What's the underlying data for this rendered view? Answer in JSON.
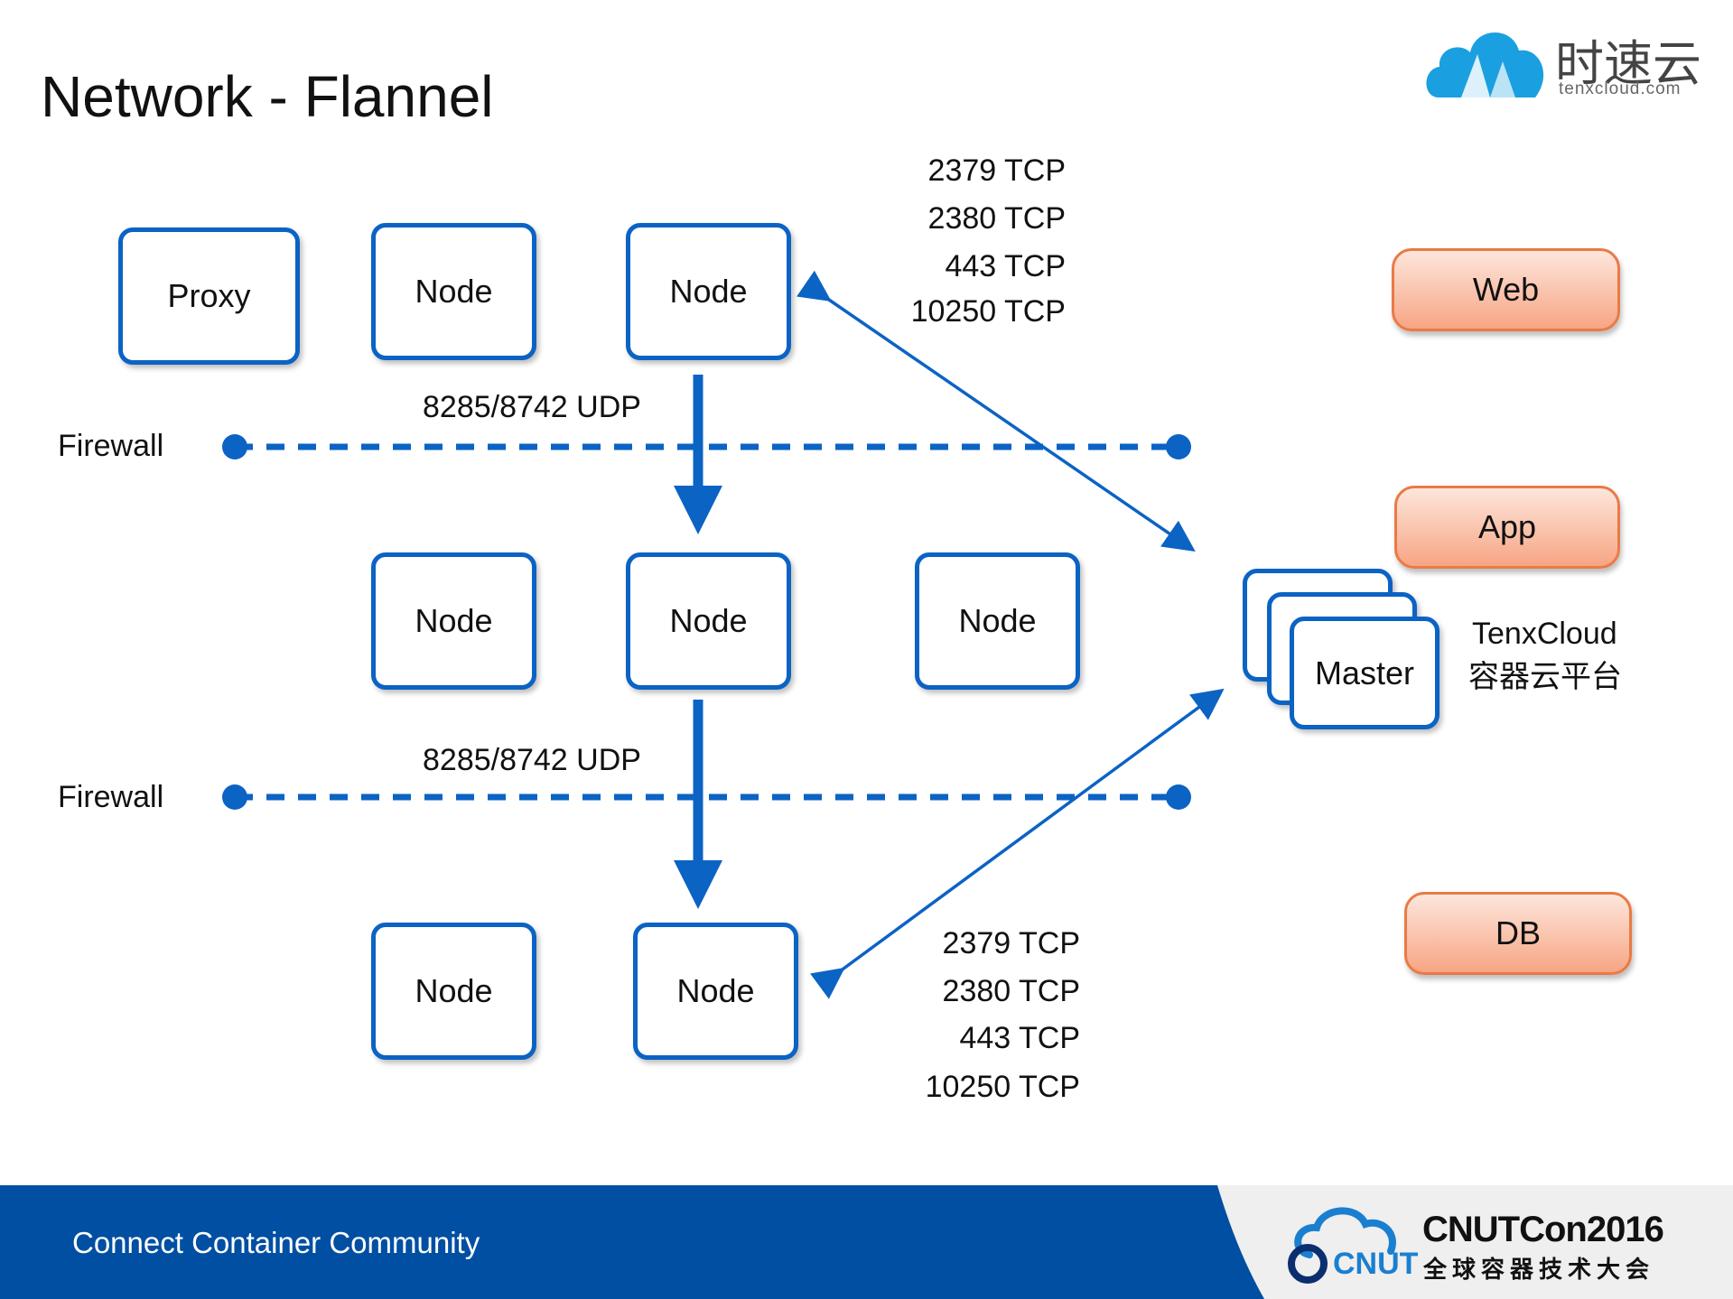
{
  "title": "Network - Flannel",
  "logo": {
    "name": "时速云",
    "domain": "tenxcloud.com"
  },
  "nodes": {
    "proxy": "Proxy",
    "node": "Node",
    "master": "Master"
  },
  "firewall_label": "Firewall",
  "udp_label": "8285/8742 UDP",
  "tcp_ports": [
    "2379 TCP",
    "2380 TCP",
    "443 TCP",
    "10250 TCP"
  ],
  "services": {
    "web": "Web",
    "app": "App",
    "db": "DB"
  },
  "platform": {
    "name": "TenxCloud",
    "subtitle": "容器云平台"
  },
  "footer": {
    "text": "Connect Container Community",
    "conf_logo": "CNUT",
    "conf_name": "CNUTCon2016",
    "conf_subtitle": "全球容器技术大会"
  },
  "colors": {
    "accent": "#0b63c4",
    "footer_bg": "#004fa2",
    "service_fill": "#f7a584",
    "service_border": "#ea7a45"
  }
}
